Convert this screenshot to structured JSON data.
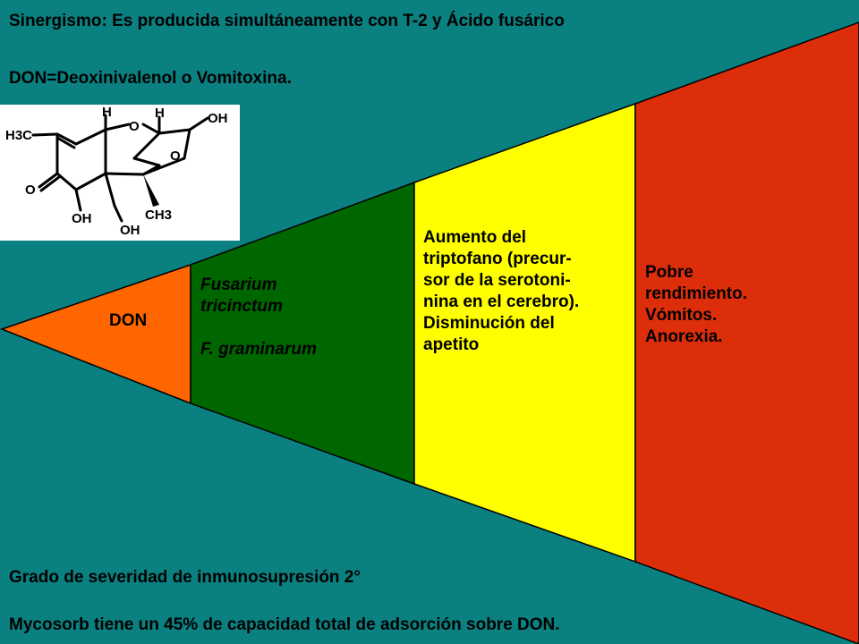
{
  "header": {
    "synergy_text": "Sinergismo: Es producida simultáneamente con T-2 y Ácido fusárico",
    "definition_text": "DON=Deoxinivalenol o Vomitoxina."
  },
  "molecule": {
    "label_h3c": "H3C",
    "label_o_ketone": "O",
    "label_h_left": "H",
    "label_o_ring": "O",
    "label_h_right": "H",
    "label_oh_top": "OH",
    "label_o_epoxide": "O",
    "label_oh_bottom": "OH",
    "label_oh_ch2": "OH",
    "label_ch3": "CH3"
  },
  "funnel": {
    "segments": [
      {
        "label": "DON",
        "color": "#ff6600"
      },
      {
        "line1": "Fusarium",
        "line2": "tricinctum",
        "line3": "F. graminarum",
        "color": "#006600"
      },
      {
        "text": "Aumento del\ntriptofano (precur-\nsor de la serotoni-\nnina en el cerebro).\nDisminución del\napetito",
        "color": "#ffff00"
      },
      {
        "text": "Pobre\nrendimiento.\nVómitos.\nAnorexia.",
        "color": "#dd2e0b"
      }
    ]
  },
  "footer": {
    "severity_text": "Grado de severidad de inmunosupresión 2°",
    "adsorption_text": "Mycosorb tiene un 45% de capacidad total de adsorción sobre DON."
  }
}
